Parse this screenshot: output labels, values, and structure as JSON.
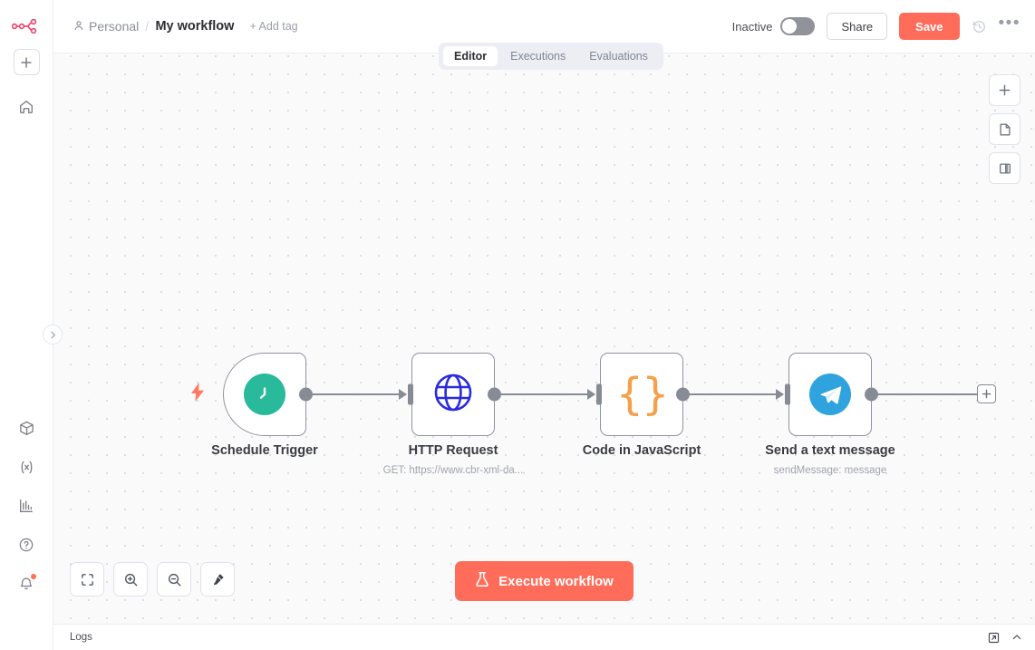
{
  "app": {
    "logo": "n8n-logo"
  },
  "rail": {
    "add_label": "+",
    "items": [
      {
        "name": "home",
        "icon": "home-icon"
      },
      {
        "name": "templates",
        "icon": "package-icon"
      },
      {
        "name": "variables",
        "icon": "variables-icon"
      },
      {
        "name": "insights",
        "icon": "bar-chart-icon"
      },
      {
        "name": "help",
        "icon": "question-circle-icon"
      },
      {
        "name": "notifications",
        "icon": "bell-icon",
        "badge": true
      }
    ]
  },
  "header": {
    "project": "Personal",
    "separator": "/",
    "workflow_name": "My workflow",
    "add_tag": "+ Add tag",
    "state_label": "Inactive",
    "active": false,
    "share_label": "Share",
    "save_label": "Save",
    "history_icon": "history-icon",
    "overflow_icon": "more-options-icon"
  },
  "tabs": [
    {
      "label": "Editor",
      "active": true
    },
    {
      "label": "Executions",
      "active": false
    },
    {
      "label": "Evaluations",
      "active": false
    }
  ],
  "canvas": {
    "right_controls": [
      {
        "name": "add-node",
        "icon": "plus-icon"
      },
      {
        "name": "add-sticky-note",
        "icon": "sticky-note-icon"
      },
      {
        "name": "toggle-side-panel",
        "icon": "panel-icon"
      }
    ],
    "bottom_controls": [
      {
        "name": "zoom-to-fit",
        "icon": "fit-view-icon"
      },
      {
        "name": "zoom-in",
        "icon": "zoom-in-icon"
      },
      {
        "name": "zoom-out",
        "icon": "zoom-out-icon"
      },
      {
        "name": "tidy-up",
        "icon": "broom-icon"
      }
    ],
    "execute_label": "Execute workflow",
    "execute_icon": "flask-icon",
    "end_plus": "+"
  },
  "nodes": [
    {
      "title": "Schedule Trigger",
      "subtitle": "",
      "icon": "clock-icon",
      "type": "trigger"
    },
    {
      "title": "HTTP Request",
      "subtitle": "GET: https://www.cbr-xml-da...",
      "icon": "globe-icon",
      "type": "action"
    },
    {
      "title": "Code in JavaScript",
      "subtitle": "",
      "icon": "code-braces-icon",
      "type": "action"
    },
    {
      "title": "Send a text message",
      "subtitle": "sendMessage: message",
      "icon": "telegram-icon",
      "type": "action"
    }
  ],
  "logs": {
    "title": "Logs",
    "popout_icon": "open-in-new-icon",
    "chevron_icon": "chevron-up-icon"
  },
  "colors": {
    "accent": "#ff6d5a",
    "brand": "#ea4b71",
    "trigger_icon": "#29ba9b",
    "globe": "#2a2ae0",
    "braces": "#f5a04b",
    "telegram": "#2fa3dd",
    "port": "#878b95"
  }
}
